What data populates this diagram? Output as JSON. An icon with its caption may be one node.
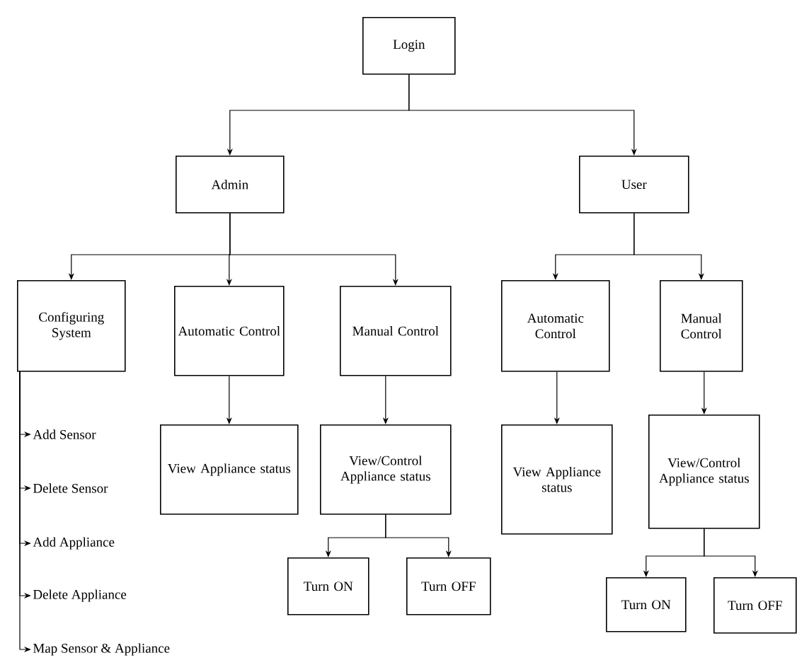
{
  "diagram": {
    "nodes": [
      {
        "text": [
          "Login"
        ]
      },
      {
        "text": [
          "Admin"
        ]
      },
      {
        "text": [
          "User"
        ]
      },
      {
        "text": [
          "Configuring System"
        ]
      },
      {
        "text": [
          "Automatic Control"
        ]
      },
      {
        "text": [
          "Manual Control"
        ]
      },
      {
        "text": [
          "Automatic Control"
        ]
      },
      {
        "text": [
          "Manual Control"
        ]
      },
      {
        "text": [
          "View Appliance status"
        ]
      },
      {
        "text": [
          "View/Control Appliance status"
        ]
      },
      {
        "text": [
          "Turn ON"
        ]
      },
      {
        "text": [
          "Turn OFF"
        ]
      },
      {
        "text": [
          "View Appliance status"
        ]
      },
      {
        "text": [
          "View/Control Appliance status"
        ]
      },
      {
        "text": [
          "Turn ON"
        ]
      },
      {
        "text": [
          "Turn OFF"
        ]
      },
      {
        "text": [
          "Add Sensor"
        ]
      },
      {
        "text": [
          "Delete Sensor"
        ]
      },
      {
        "text": [
          "Add Appliance"
        ]
      },
      {
        "text": [
          "Delete Appliance"
        ]
      },
      {
        "text": [
          "Map Sensor & Appliance"
        ]
      }
    ],
    "edges": [
      {
        "from": 0,
        "to": 1,
        "arrow": "to"
      },
      {
        "from": 0,
        "to": 2,
        "arrow": "to"
      },
      {
        "from": 1,
        "to": 3,
        "arrow": "to"
      },
      {
        "from": 1,
        "to": 4,
        "arrow": "to"
      },
      {
        "from": 1,
        "to": 5,
        "arrow": "to"
      },
      {
        "from": 2,
        "to": 6,
        "arrow": "to"
      },
      {
        "from": 2,
        "to": 7,
        "arrow": "to"
      },
      {
        "from": 4,
        "to": 8,
        "arrow": "to"
      },
      {
        "from": 5,
        "to": 9,
        "arrow": "to"
      },
      {
        "from": 9,
        "to": 10,
        "arrow": "to"
      },
      {
        "from": 9,
        "to": 11,
        "arrow": "to"
      },
      {
        "from": 6,
        "to": 12,
        "arrow": "to"
      },
      {
        "from": 7,
        "to": 13,
        "arrow": "to"
      },
      {
        "from": 13,
        "to": 14,
        "arrow": "to"
      },
      {
        "from": 13,
        "to": 15,
        "arrow": "to"
      },
      {
        "from": 3,
        "to": 16,
        "arrow": "to"
      },
      {
        "from": 3,
        "to": 17,
        "arrow": "to"
      },
      {
        "from": 3,
        "to": 18,
        "arrow": "to"
      },
      {
        "from": 3,
        "to": 19,
        "arrow": "to"
      },
      {
        "from": 3,
        "to": 20,
        "arrow": "to"
      }
    ]
  }
}
